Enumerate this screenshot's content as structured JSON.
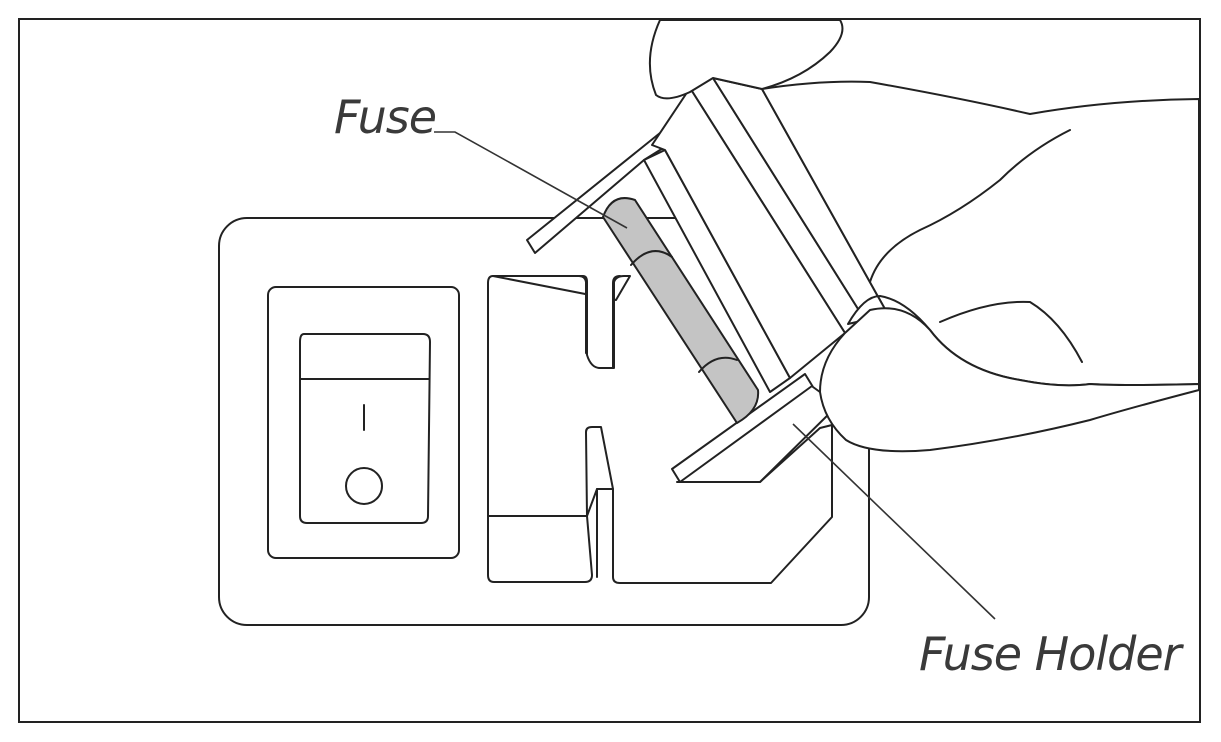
{
  "labels": {
    "fuse": "Fuse",
    "fuse_holder": "Fuse Holder"
  },
  "switch": {
    "on_symbol": "I"
  },
  "colors": {
    "line": "#222222",
    "fuse_body": "#c4c4c4",
    "label_text": "#3a3a3a",
    "background": "#ffffff"
  }
}
